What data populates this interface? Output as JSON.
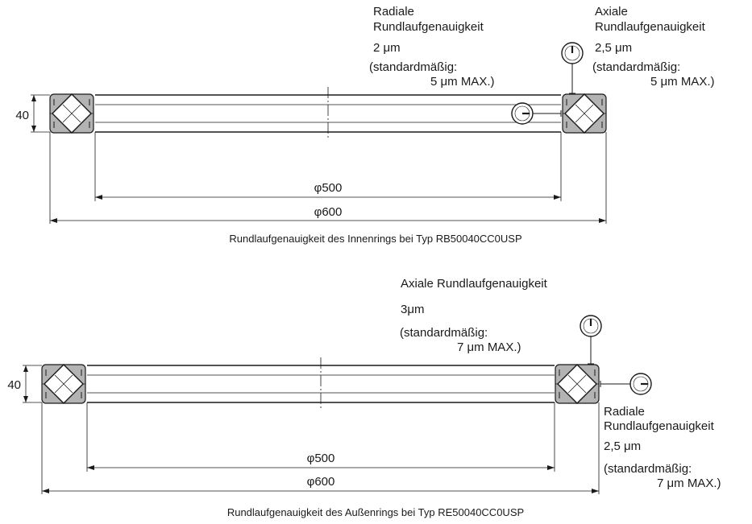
{
  "inner": {
    "radial": {
      "label_line1": "Radiale",
      "label_line2": "Rundlaufgenauigkeit",
      "value": "2 μm",
      "standard_line1": "(standardmäßig:",
      "standard_line2": "5 μm MAX.)"
    },
    "axial": {
      "label_line1": "Axiale",
      "label_line2": "Rundlaufgenauigkeit",
      "value": "2,5 μm",
      "standard_line1": "(standardmäßig:",
      "standard_line2": "5 μm MAX.)"
    },
    "height_dim": "40",
    "inner_dia": "φ500",
    "outer_dia": "φ600",
    "caption": "Rundlaufgenauigkeit des Innenrings bei Typ RB50040CC0USP"
  },
  "outer": {
    "axial": {
      "label": "Axiale Rundlaufgenauigkeit",
      "value": "3μm",
      "standard_line1": "(standardmäßig:",
      "standard_line2": "7 μm MAX.)"
    },
    "radial": {
      "label_line1": "Radiale",
      "label_line2": "Rundlaufgenauigkeit",
      "value": "2,5 μm",
      "standard_line1": "(standardmäßig:",
      "standard_line2": "7 μm MAX.)"
    },
    "height_dim": "40",
    "inner_dia": "φ500",
    "outer_dia": "φ600",
    "caption": "Rundlaufgenauigkeit des Außenrings bei Typ RE50040CC0USP"
  }
}
